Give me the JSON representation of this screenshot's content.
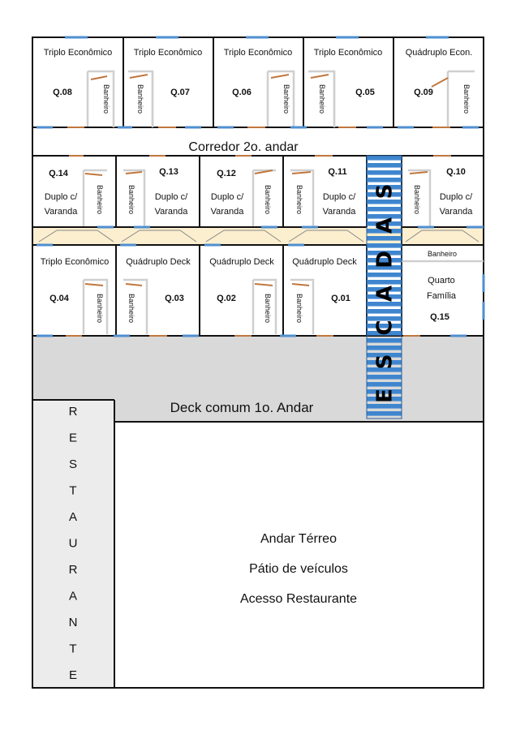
{
  "colors": {
    "wall": "#111111",
    "door": "#c0773e",
    "window": "#4f8fd0",
    "bathroom_wall": "#cfcfcf",
    "balcony": "#fcefcf",
    "deck": "#d9d9d9",
    "restaurant": "#ececec",
    "stairs": "#3f86cf"
  },
  "rooms_top": [
    {
      "type": "Triplo Econômico",
      "number": "Q.08",
      "bath": "Banheiro"
    },
    {
      "type": "Triplo Econômico",
      "number": "Q.07",
      "bath": "Banheiro"
    },
    {
      "type": "Triplo Econômico",
      "number": "Q.06",
      "bath": "Banheiro"
    },
    {
      "type": "Triplo Econômico",
      "number": "Q.05",
      "bath": "Banheiro"
    },
    {
      "type": "Quádruplo Econ.",
      "number": "Q.09",
      "bath": "Banheiro"
    }
  ],
  "corridor": "Corredor 2o. andar",
  "rooms_mid": [
    {
      "number": "Q.14",
      "type_l1": "Duplo c/",
      "type_l2": "Varanda",
      "bath": "Banheiro"
    },
    {
      "number": "Q.13",
      "type_l1": "Duplo c/",
      "type_l2": "Varanda",
      "bath": "Banheiro"
    },
    {
      "number": "Q.12",
      "type_l1": "Duplo c/",
      "type_l2": "Varanda",
      "bath": "Banheiro"
    },
    {
      "number": "Q.11",
      "type_l1": "Duplo c/",
      "type_l2": "Varanda",
      "bath": "Banheiro"
    },
    {
      "number": "Q.10",
      "type_l1": "Duplo c/",
      "type_l2": "Varanda",
      "bath": "Banheiro"
    }
  ],
  "rooms_low": [
    {
      "type": "Triplo Econômico",
      "number": "Q.04",
      "bath": "Banheiro"
    },
    {
      "type": "Quádruplo Deck",
      "number": "Q.03",
      "bath": "Banheiro"
    },
    {
      "type": "Quádruplo Deck",
      "number": "Q.02",
      "bath": "Banheiro"
    },
    {
      "type": "Quádruplo Deck",
      "number": "Q.01",
      "bath": "Banheiro"
    }
  ],
  "family_room": {
    "bath": "Banheiro",
    "type_l1": "Quarto",
    "type_l2": "Família",
    "number": "Q.15"
  },
  "stairs_letters": [
    "E",
    "S",
    "C",
    "A",
    "D",
    "A",
    "S"
  ],
  "deck": "Deck comum 1o. Andar",
  "restaurant_letters": [
    "R",
    "E",
    "S",
    "T",
    "A",
    "U",
    "R",
    "A",
    "N",
    "T",
    "E"
  ],
  "ground": {
    "line1": "Andar Térreo",
    "line2": "Pátio de veículos",
    "line3": "Acesso Restaurante"
  }
}
